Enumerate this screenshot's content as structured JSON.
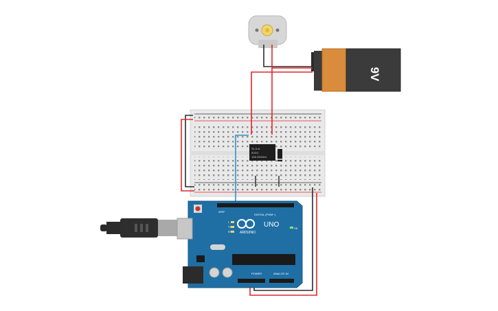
{
  "battery": {
    "label": "9V"
  },
  "relay": {
    "line1": "SL-5-A",
    "line2": "5VDC",
    "line3": "10A 250VAC"
  },
  "arduino": {
    "label_digital": "DIGITAL (PWM~)",
    "label_uno": "UNO",
    "label_brand": "ARDUINO",
    "label_power": "POWER",
    "label_analog": "ANALOG IN",
    "label_aref": "AREF",
    "label_tx": "TX",
    "label_rx": "RX",
    "label_l": "L",
    "label_on": "ON"
  },
  "colors": {
    "wire_red": "#e0262a",
    "wire_black": "#2b2b2b",
    "wire_blue": "#2f8fd3",
    "board_blue": "#1f6fa5",
    "battery_orange": "#d98c3b",
    "breadboard": "#e9e9e9"
  }
}
